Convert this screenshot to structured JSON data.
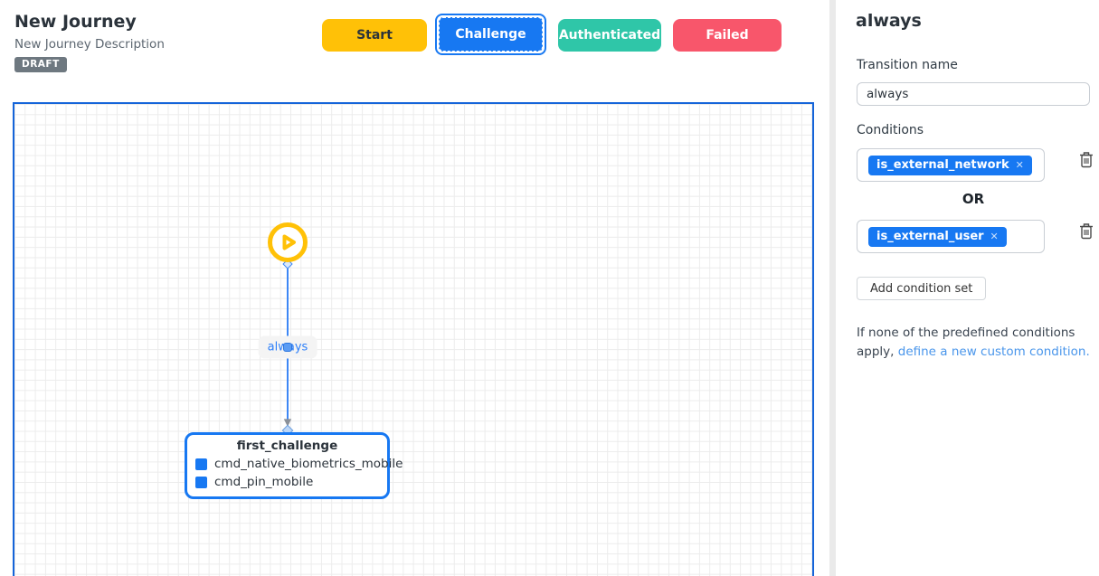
{
  "header": {
    "title": "New Journey",
    "subtitle": "New Journey Description",
    "badge": "DRAFT",
    "buttons": [
      {
        "label": "Start",
        "color": "#FFC107",
        "selected": false
      },
      {
        "label": "Challenge",
        "color": "#1778F2",
        "selected": true
      },
      {
        "label": "Authenticated",
        "color": "#2FC6A8",
        "selected": false
      },
      {
        "label": "Failed",
        "color": "#F8566B",
        "selected": false
      }
    ]
  },
  "canvas": {
    "start_node_icon": "play-icon",
    "start_node_color": "#FFC107",
    "edge": {
      "label": "always",
      "color": "#3D87F5"
    },
    "node": {
      "title": "first_challenge",
      "items": [
        "cmd_native_biometrics_mobile",
        "cmd_pin_mobile"
      ],
      "border_color": "#1778F2"
    },
    "grid_color": "#ececec",
    "border_color": "#1464D9"
  },
  "sidebar": {
    "title": "always",
    "transition_name": {
      "label": "Transition name",
      "value": "always"
    },
    "conditions": {
      "label": "Conditions",
      "operator": "OR",
      "sets": [
        {
          "chip": "is_external_network"
        },
        {
          "chip": "is_external_user"
        }
      ],
      "add_button": "Add condition set"
    },
    "icons": {
      "remove": "✕"
    },
    "footnote": {
      "text": "If none of the predefined conditions apply,",
      "link": "define a new custom condition."
    }
  }
}
